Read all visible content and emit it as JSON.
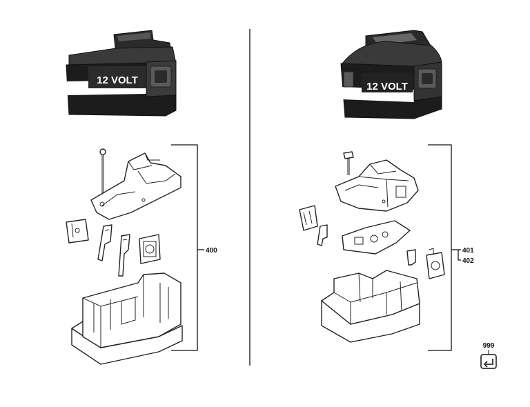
{
  "left_battery": {
    "label": "12 VOLT"
  },
  "right_battery": {
    "label": "12 VOLT"
  },
  "callouts": {
    "left_assembly": "400",
    "right_assembly_a": "401",
    "right_assembly_b": "402",
    "service": "999"
  },
  "icons": [
    "return-arrow-icon"
  ]
}
